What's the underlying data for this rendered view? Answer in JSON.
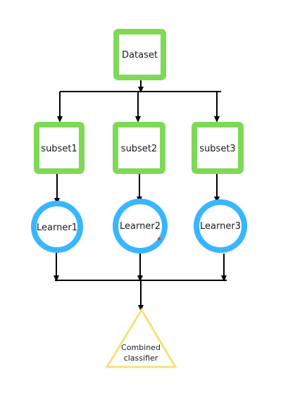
{
  "colors": {
    "box_stroke": "#7ed957",
    "circle_stroke": "#38b6ff",
    "triangle_stroke": "#f3e27a",
    "arrow": "#000000",
    "background": "#ffffff",
    "dot": "#e83a3a"
  },
  "dataset": {
    "label": "Dataset"
  },
  "subsets": [
    {
      "label": "subset1"
    },
    {
      "label": "subset2"
    },
    {
      "label": "subset3"
    }
  ],
  "learners": [
    {
      "label": "Learner1"
    },
    {
      "label": "Learner2"
    },
    {
      "label": "Learner3"
    }
  ],
  "combined": {
    "line1": "Combined",
    "line2": "classifier"
  }
}
